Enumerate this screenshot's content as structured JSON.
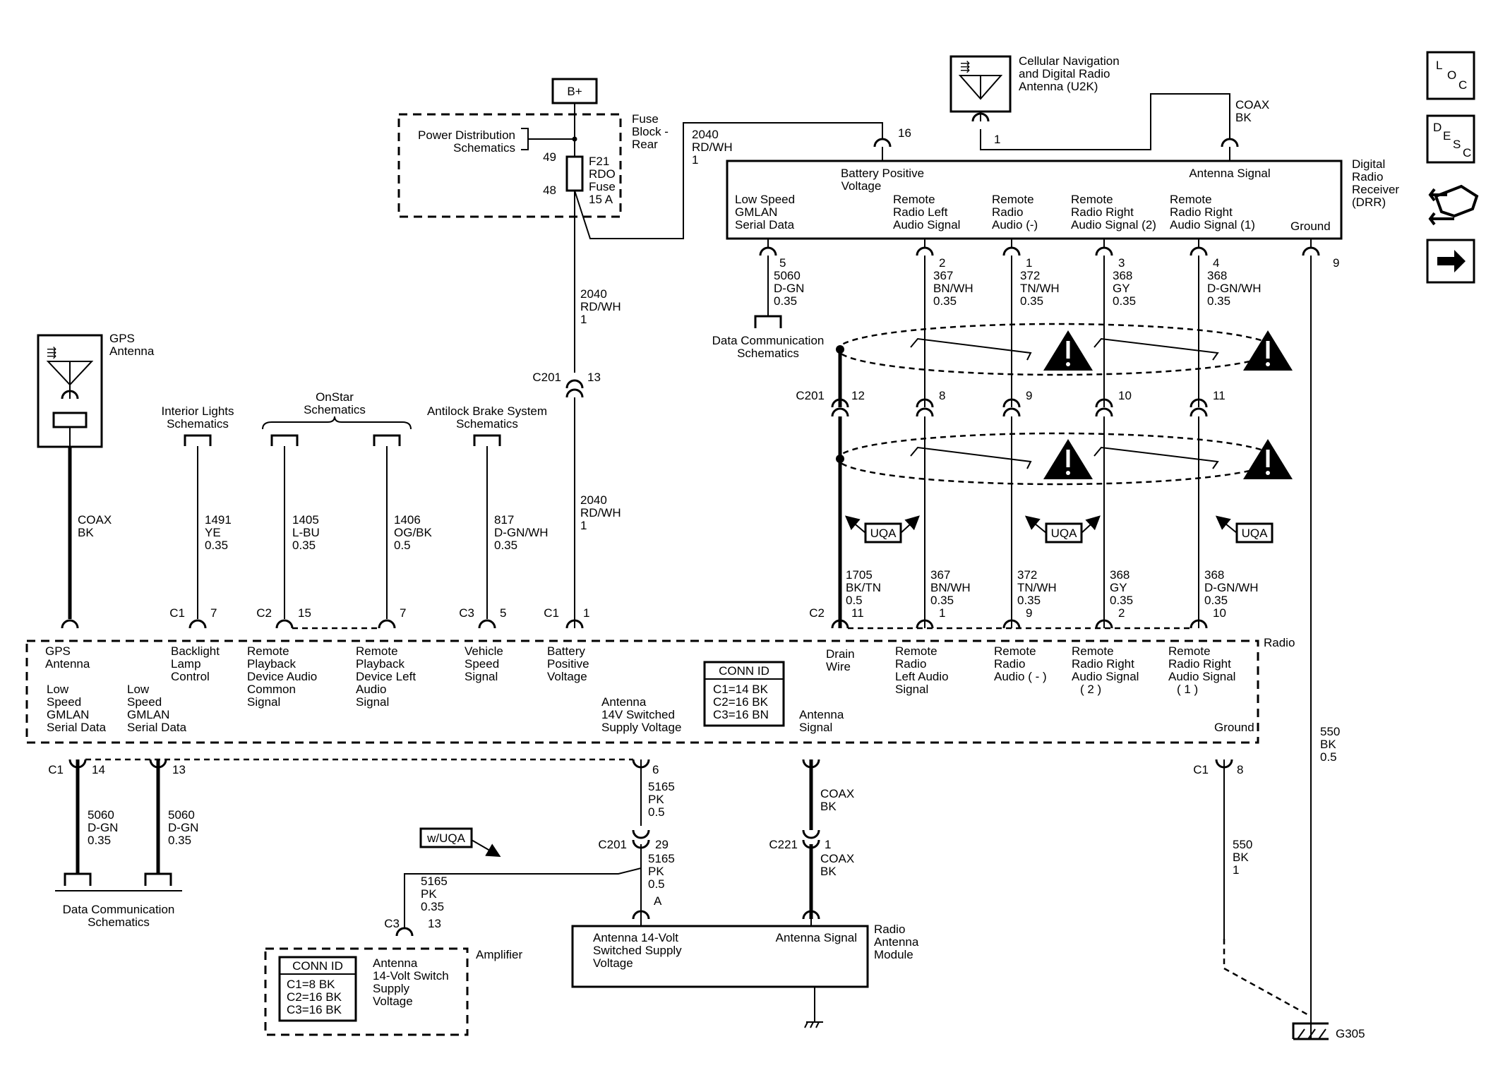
{
  "battery": {
    "label": "B+"
  },
  "fuse_block": {
    "name": [
      "Fuse",
      "Block -",
      "Rear"
    ],
    "power_dist": [
      "Power Distribution",
      "Schematics"
    ],
    "pin_in": "49",
    "pin_out": "48",
    "fuse": [
      "F21",
      "RDO",
      "Fuse",
      "15 A"
    ]
  },
  "wire_2040_top": [
    "2040",
    "RD/WH",
    "1"
  ],
  "wire_2040_mid": [
    "2040",
    "RD/WH",
    "1"
  ],
  "wire_2040_low": [
    "2040",
    "RD/WH",
    "1"
  ],
  "c201_top": {
    "name": "C201",
    "pin": "13"
  },
  "cellular_antenna": {
    "name": [
      "Cellular Navigation",
      "and Digital Radio",
      "Antenna (U2K)"
    ],
    "pin": "1"
  },
  "coax_top": [
    "COAX",
    "BK"
  ],
  "drr": {
    "name": [
      "Digital",
      "Radio",
      "Receiver",
      "(DRR)"
    ],
    "pin_batt": "16",
    "batt_label": [
      "Battery Positive",
      "Voltage"
    ],
    "antenna_label": "Antenna Signal",
    "labels": [
      [
        "Low Speed",
        "GMLAN",
        "Serial Data"
      ],
      [
        "Remote",
        "Radio Left",
        "Audio Signal"
      ],
      [
        "Remote",
        "Radio",
        "Audio (-)"
      ],
      [
        "Remote",
        "Radio Right",
        "Audio Signal (2)"
      ],
      [
        "Remote",
        "Radio Right",
        "Audio Signal (1)"
      ],
      [
        "Ground"
      ]
    ]
  },
  "drr_wires": [
    [
      "5",
      "5060",
      "D-GN",
      "0.35"
    ],
    [
      "2",
      "367",
      "BN/WH",
      "0.35"
    ],
    [
      "1",
      "372",
      "TN/WH",
      "0.35"
    ],
    [
      "3",
      "368",
      "GY",
      "0.35"
    ],
    [
      "4",
      "368",
      "D-GN/WH",
      "0.35"
    ]
  ],
  "drr_ground_pin": "9",
  "data_comm_top": [
    "Data Communication",
    "Schematics"
  ],
  "c201_mid": {
    "name": "C201",
    "pins": [
      "12",
      "8",
      "9",
      "10",
      "11"
    ]
  },
  "uqa": "UQA",
  "radio_side_wires": [
    [
      "1705",
      "BK/TN",
      "0.5",
      "11"
    ],
    [
      "367",
      "BN/WH",
      "0.35",
      "1"
    ],
    [
      "372",
      "TN/WH",
      "0.35",
      "9"
    ],
    [
      "368",
      "GY",
      "0.35",
      "2"
    ],
    [
      "368",
      "D-GN/WH",
      "0.35",
      "10"
    ]
  ],
  "c2_label": "C2",
  "gps": {
    "name": [
      "GPS",
      "Antenna"
    ],
    "coax": [
      "COAX",
      "BK"
    ]
  },
  "interior_lights": {
    "name": [
      "Interior Lights",
      "Schematics"
    ],
    "wire": [
      "1491",
      "YE",
      "0.35"
    ],
    "conn": "C1",
    "pin": "7"
  },
  "onstar": {
    "name": [
      "OnStar",
      "Schematics"
    ],
    "wire1": [
      "1405",
      "L-BU",
      "0.35"
    ],
    "wire2": [
      "1406",
      "OG/BK",
      "0.5"
    ],
    "conn": "C2",
    "pin1": "15",
    "pin2": "7"
  },
  "abs": {
    "name": [
      "Antilock Brake System",
      "Schematics"
    ],
    "wire": [
      "817",
      "D-GN/WH",
      "0.35"
    ],
    "conn": "C3",
    "pin": "5"
  },
  "batt_conn": {
    "conn": "C1",
    "pin": "1"
  },
  "radio": {
    "name": "Radio",
    "labels_top": [
      [
        "GPS",
        "Antenna"
      ],
      [
        "Backlight",
        "Lamp",
        "Control"
      ],
      [
        "Remote",
        "Playback",
        "Device Audio",
        "Common",
        "Signal"
      ],
      [
        "Remote",
        "Playback",
        "Device Left",
        "Audio",
        "Signal"
      ],
      [
        "Vehicle",
        "Speed",
        "Signal"
      ],
      [
        "Battery",
        "Positive",
        "Voltage"
      ],
      [
        "Drain",
        "Wire"
      ],
      [
        "Remote",
        "Radio",
        "Left Audio",
        "Signal"
      ],
      [
        "Remote",
        "Radio",
        "Audio ( - )"
      ],
      [
        "Remote",
        "Radio Right",
        "Audio Signal",
        "( 2 )"
      ],
      [
        "Remote",
        "Radio Right",
        "Audio Signal",
        "( 1 )"
      ]
    ],
    "labels_bottom": [
      [
        "Low",
        "Speed",
        "GMLAN",
        "Serial Data"
      ],
      [
        "Low",
        "Speed",
        "GMLAN",
        "Serial Data"
      ],
      [
        "Antenna",
        "14V Switched",
        "Supply Voltage"
      ],
      [
        "Antenna",
        "Signal"
      ],
      [
        "Ground"
      ]
    ],
    "conn_id": {
      "title": "CONN ID",
      "rows": [
        "C1=14 BK",
        "C2=16 BK",
        "C3=16 BN"
      ]
    }
  },
  "lower": {
    "c1_left": "C1",
    "pin14": "14",
    "pin13": "13",
    "w5060a": [
      "5060",
      "D-GN",
      "0.35"
    ],
    "w5060b": [
      "5060",
      "D-GN",
      "0.35"
    ],
    "data_comm": [
      "Data Communication",
      "Schematics"
    ],
    "pin6": "6",
    "w5165a": [
      "5165",
      "PK",
      "0.5"
    ],
    "c201": "C201",
    "pin29": "29",
    "w5165b": [
      "5165",
      "PK",
      "0.5",
      "A"
    ],
    "wuqa": "w/UQA",
    "w5165c": [
      "5165",
      "PK",
      "0.35"
    ],
    "c3": "C3",
    "pin13b": "13",
    "coax1": [
      "COAX",
      "BK"
    ],
    "c221": "C221",
    "pin1": "1",
    "coax2": [
      "COAX",
      "BK"
    ],
    "c1_right": "C1",
    "pin8": "8",
    "w550a": [
      "550",
      "BK",
      "1"
    ],
    "w550b": [
      "550",
      "BK",
      "0.5"
    ],
    "ground": "G305"
  },
  "amplifier": {
    "name": "Amplifier",
    "label": [
      "Antenna",
      "14-Volt Switch",
      "Supply",
      "Voltage"
    ],
    "conn_id": {
      "title": "CONN ID",
      "rows": [
        "C1=8 BK",
        "C2=16 BK",
        "C3=16 BK"
      ]
    }
  },
  "ram": {
    "name": [
      "Radio",
      "Antenna",
      "Module"
    ],
    "left": [
      "Antenna 14-Volt",
      "Switched Supply",
      "Voltage"
    ],
    "right": "Antenna Signal"
  },
  "nav": {
    "loc": [
      "L",
      "O",
      "C"
    ],
    "desc": [
      "D",
      "E",
      "S",
      "C"
    ]
  }
}
